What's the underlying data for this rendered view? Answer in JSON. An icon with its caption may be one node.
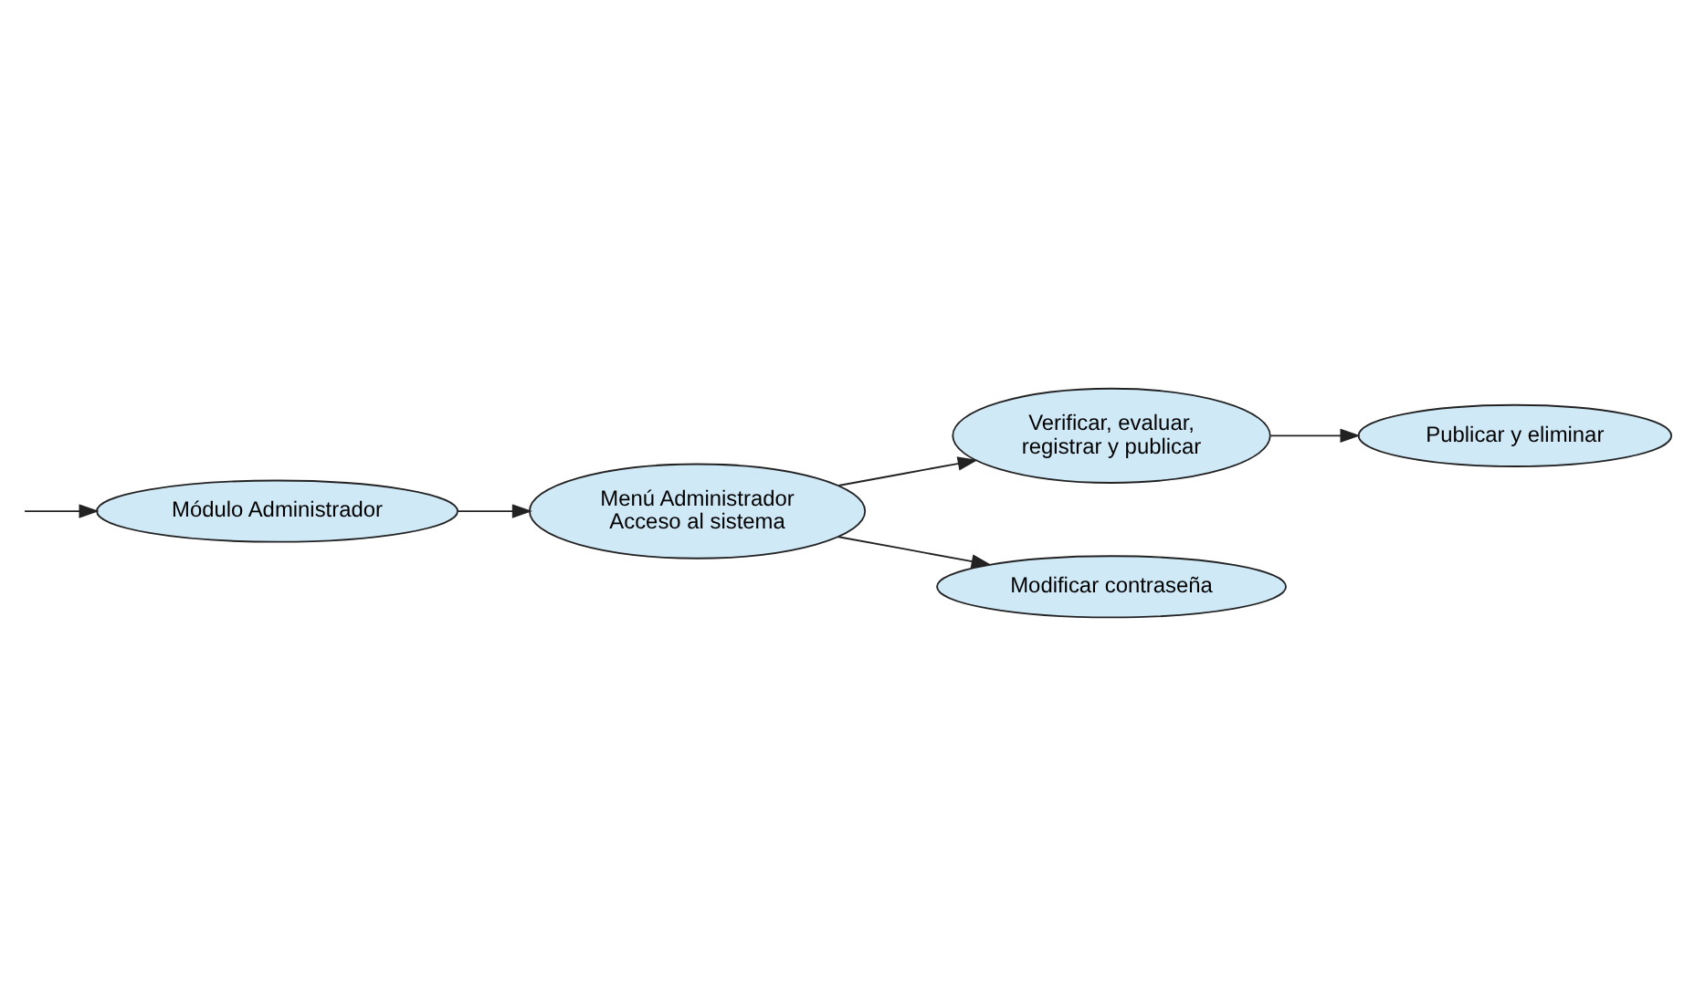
{
  "diagram": {
    "nodes": [
      {
        "text": [
          "Módulo Administrador"
        ]
      },
      {
        "text": [
          "Menú Administrador Acceso al sistema"
        ]
      },
      {
        "text": [
          "Verificar, evaluar, registrar y publicar"
        ]
      },
      {
        "text": [
          "Publicar y eliminar"
        ]
      },
      {
        "text": [
          "Modificar contraseña"
        ]
      }
    ],
    "edges": [
      {
        "from": null,
        "to": 0,
        "arrow": "to"
      },
      {
        "from": 0,
        "to": 1,
        "arrow": "to"
      },
      {
        "from": 1,
        "to": 2,
        "arrow": "to"
      },
      {
        "from": 2,
        "to": 3,
        "arrow": "to"
      },
      {
        "from": 1,
        "to": 4,
        "arrow": "to"
      }
    ]
  }
}
